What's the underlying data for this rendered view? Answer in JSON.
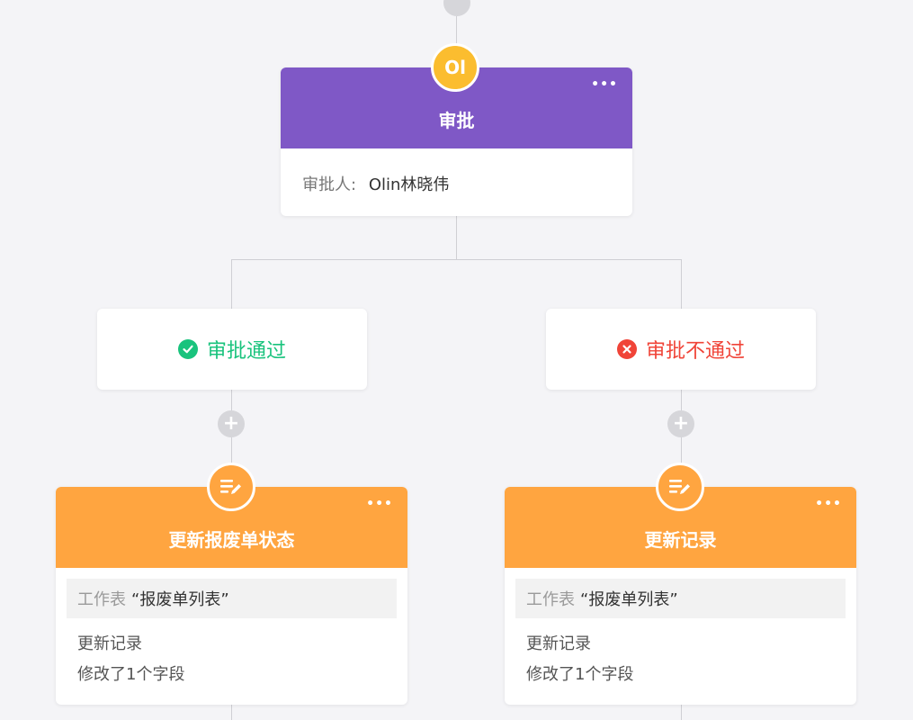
{
  "approval": {
    "avatar_text": "Ol",
    "title": "审批",
    "approver_label": "审批人:",
    "approver_name": "Olin林晓伟"
  },
  "branches": {
    "approved": {
      "label": "审批通过",
      "color": "#19c37d"
    },
    "rejected": {
      "label": "审批不通过",
      "color": "#f04438"
    }
  },
  "actions": {
    "left": {
      "title": "更新报废单状态",
      "sheet_prefix": "工作表",
      "sheet_name": "“报废单列表”",
      "line1": "更新记录",
      "line2": "修改了1个字段"
    },
    "right": {
      "title": "更新记录",
      "sheet_prefix": "工作表",
      "sheet_name": "“报废单列表”",
      "line1": "更新记录",
      "line2": "修改了1个字段"
    }
  },
  "colors": {
    "approval_header": "#7f58c6",
    "avatar": "#fbbd2f",
    "action_header": "#ffa540",
    "line": "#cfcfd4"
  },
  "icons": {
    "more": "more-horizontal-icon",
    "approved": "check-circle-icon",
    "rejected": "x-circle-icon",
    "add": "plus-icon",
    "action": "edit-list-icon"
  },
  "more_glyph": "•••",
  "plus_glyph": "+"
}
